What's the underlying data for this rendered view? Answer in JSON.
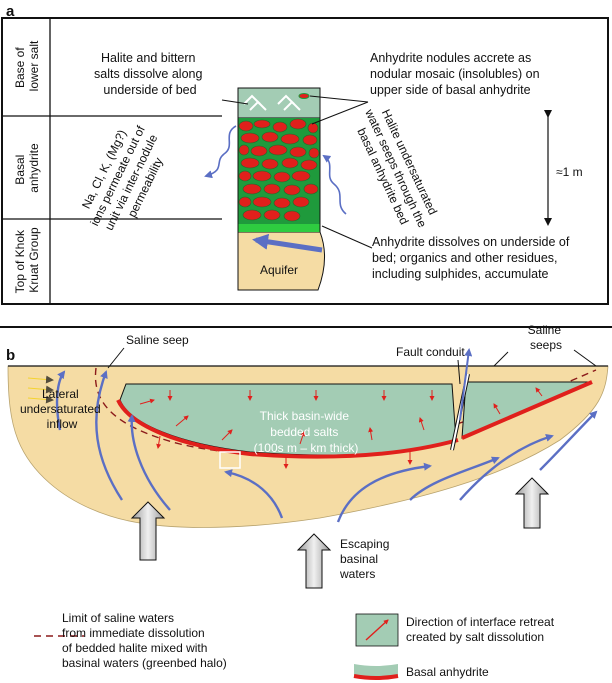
{
  "panel_a": {
    "label": "a",
    "rows": {
      "base_lower_salt": [
        "Base of",
        "lower salt"
      ],
      "basal_anhydrite": [
        "Basal",
        "anhydrite"
      ],
      "khok_kruat": [
        "Top of Khok",
        "Kruat Group"
      ]
    },
    "halite_dissolve": [
      "Halite and bittern",
      "salts dissolve along",
      "underside of bed"
    ],
    "nodules": [
      "Anhydrite nodules accrete as",
      "nodular mosaic (insolubles) on",
      "upper side of basal anhydrite"
    ],
    "ions": [
      "Na, Cl, K, (Mg?)",
      "ions permeate out of",
      "unit via inter-nodule",
      "permeability"
    ],
    "halite_seeps": [
      "Halite undersaturated",
      "water seeps through the",
      "basal anhydrite bed"
    ],
    "scale": "≈1 m",
    "aquifer": "Aquifer",
    "anhydrite_dissolves": [
      "Anhydrite dissolves on underside of",
      "bed; organics and other residues,",
      "including sulphides, accumulate"
    ]
  },
  "panel_b": {
    "label": "b",
    "saline_seep": "Saline seep",
    "fault_conduit": "Fault conduit",
    "saline_seeps": [
      "Saline",
      "seeps"
    ],
    "lateral_inflow": [
      "Lateral",
      "undersaturated",
      "inflow"
    ],
    "thick_salts": [
      "Thick basin-wide",
      "bedded salts",
      "(100s m – km  thick)"
    ],
    "escaping": [
      "Escaping",
      "basinal",
      "waters"
    ]
  },
  "legend": {
    "halo": [
      "Limit of saline waters",
      "from immediate dissolution",
      "of bedded halite mixed with",
      "basinal waters (greenbed halo)"
    ],
    "retreat": [
      "Direction of interface retreat",
      "created by salt dissolution"
    ],
    "basal": "Basal anhydrite"
  },
  "colors": {
    "salt_green": "#a3ccb4",
    "sand": "#f5dca4",
    "anhydrite_red": "#e0201c",
    "nodule_green": "#1f9a3c",
    "flow_blue": "#5b6fc4",
    "halo_brown": "#8b1a1a"
  }
}
